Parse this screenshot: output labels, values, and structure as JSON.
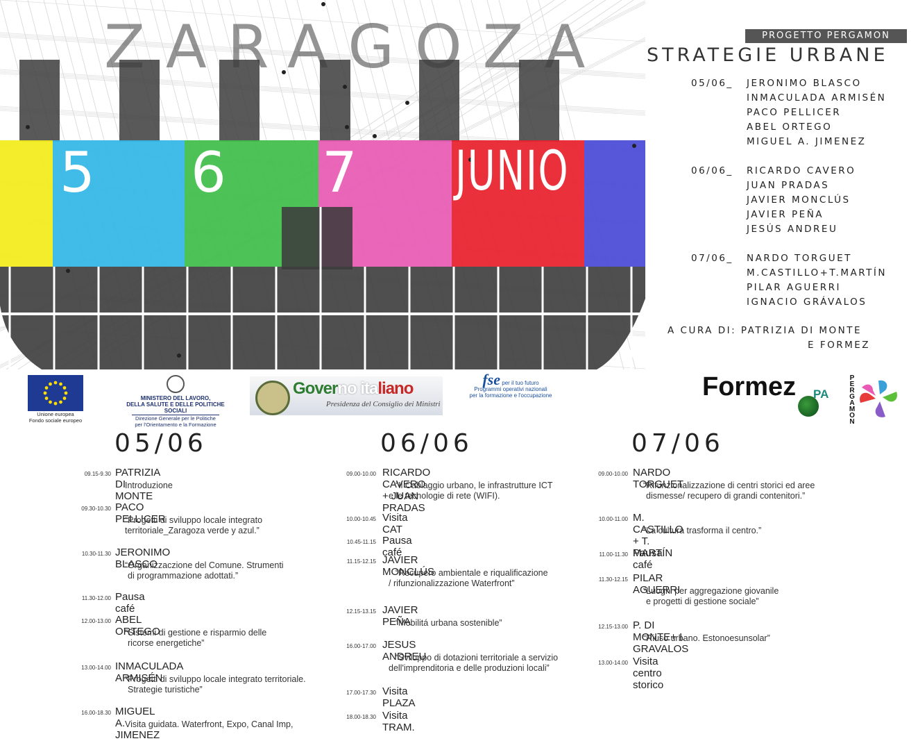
{
  "graphic": {
    "title": "ZARAGOZA",
    "days": [
      "5",
      "6",
      "7"
    ],
    "month": "JUNIO",
    "colors": {
      "yellow": "#f2ec1c",
      "cyan": "#33b7e6",
      "green": "#3fbe4a",
      "magenta": "#e85ab4",
      "red": "#e8202c",
      "blue": "#4a4ad6",
      "dark": "#3c3c3c"
    }
  },
  "header": {
    "project": "PROGETTO PERGAMON",
    "subtitle": "STRATEGIE URBANE"
  },
  "speakers": [
    {
      "date": "05/06_",
      "names": [
        "JERONIMO BLASCO",
        "INMACULADA ARMISÉN",
        "PACO PELLICER",
        "ABEL ORTEGO",
        "MIGUEL A. JIMENEZ"
      ]
    },
    {
      "date": "06/06_",
      "names": [
        "RICARDO CAVERO",
        "JUAN PRADAS",
        "JAVIER MONCLÚS",
        "JAVIER PEÑA",
        "JESÚS ANDREU"
      ]
    },
    {
      "date": "07/06_",
      "names": [
        "NARDO TORGUET",
        "M.CASTILLO+T.MARTÍN",
        "PILAR AGUERRI",
        "IGNACIO GRÁVALOS"
      ]
    }
  ],
  "curators": {
    "line1": "A CURA DI: PATRIZIA DI MONTE",
    "line2": "E FORMEZ"
  },
  "logos": {
    "eu_caption_1": "Unione europea",
    "eu_caption_2": "Fondo sociale europeo",
    "ministry_1": "MINISTERO DEL LAVORO,",
    "ministry_2": "DELLA SALUTE E DELLE POLITICHE SOCIALI",
    "ministry_3": "Direzione Generale per le Politiche",
    "ministry_4": "per l'Orientamento e la Formazione",
    "gov_a": "Gover",
    "gov_b": "no ita",
    "gov_c": "liano",
    "gov_sub": "Presidenza del Consiglio dei Ministri",
    "fse_mark": "fse",
    "fse_tag": "per il tuo futuro",
    "fse_line1": "Programmi operativi nazionali",
    "fse_line2": "per la formazione e l'occupazione",
    "formez": "Formez",
    "formez_pa": "PA",
    "pergamon_vertical": "PERGAMON"
  },
  "schedule": [
    {
      "date": "05/06",
      "items": [
        {
          "time": "09.15-9.30",
          "title": "PATRIZIA DI MONTE",
          "desc": [
            "Introduzione"
          ]
        },
        {
          "time": "09.30-10.30",
          "title": "PACO PELLICER",
          "desc": [
            "“Progetti di sviluppo locale integrato",
            "territoriale_Zaragoza verde y azul.”"
          ]
        },
        {
          "time": "10.30-11.30",
          "title": "JERONIMO BLASCO",
          "desc": [
            "“Organizzaczione del Comune. Strumenti",
            "di programmazione adottati.”"
          ]
        },
        {
          "time": "11.30-12.00",
          "title": "Pausa café",
          "desc": []
        },
        {
          "time": "12.00-13.00",
          "title": "ABEL ORTEGO",
          "desc": [
            "“Sistemi di gestione e risparmio delle",
            "ricorse energetiche”"
          ]
        },
        {
          "time": "13.00-14.00",
          "title": "INMACULADA ARMISÉN",
          "desc": [
            "“Progetti di sviluppo locale integrato territoriale.",
            "Strategie turistiche”"
          ]
        },
        {
          "time": "16.00-18.30",
          "title": "MIGUEL A. JIMENEZ",
          "desc": [
            "Visita guidata. Waterfront, Expo, Canal Imp,"
          ]
        }
      ]
    },
    {
      "date": "06/06",
      "items": [
        {
          "time": "09.00-10.00",
          "title": "RICARDO CAVERO + JUAN PRADAS",
          "desc": [
            "“Il Cablaggio urbano, le infrastrutture ICT",
            "e le tecnologie di rete (WIFI)."
          ]
        },
        {
          "time": "10.00-10.45",
          "title": "Visita CAT",
          "desc": []
        },
        {
          "time": "10.45-11.15",
          "title": "Pausa café",
          "desc": []
        },
        {
          "time": "11.15-12.15",
          "title": "JAVIER MONCLÚS",
          "desc": [
            "“Recupero ambientale e riqualificazione",
            "/ rifunzionalizzazione Waterfront”"
          ]
        },
        {
          "time": "12.15-13.15",
          "title": "JAVIER PEÑA",
          "desc": [
            "“Mobilitá urbana sostenible”"
          ]
        },
        {
          "time": "16.00-17.00",
          "title": "JESUS ANDREU",
          "desc": [
            "“Sviluppo di dotazioni territoriale a servizio",
            "dell'imprenditoria e delle produzioni locali”"
          ]
        },
        {
          "time": "17.00-17.30",
          "title": "Visita PLAZA",
          "desc": []
        },
        {
          "time": "18.00-18.30",
          "title": "Visita TRAM.",
          "desc": []
        }
      ]
    },
    {
      "date": "07/06",
      "items": [
        {
          "time": "09.00-10.00",
          "title": "NARDO TORGUET",
          "desc": [
            "“Rifunzionalizzazione di centri storici ed aree",
            "dismesse/ recupero di grandi contenitori.”"
          ]
        },
        {
          "time": "10.00-11.00",
          "title": "M. CASTILLO + T. MARTÍN",
          "desc": [
            "“La cultura trasforma il centro.”"
          ]
        },
        {
          "time": "11.00-11.30",
          "title": "Pausa café",
          "desc": []
        },
        {
          "time": "11.30-12.15",
          "title": "PILAR AGUERRI",
          "desc": [
            "“Luoghi per aggregazione giovanile",
            "e progetti di gestione sociale”"
          ]
        },
        {
          "time": "12.15-13.00",
          "title": "P. DI MONTE+ I. GRAVALOS",
          "desc": [
            "“Riuso urbano. Estonoesunsolar”"
          ]
        },
        {
          "time": "13.00-14.00",
          "title": "Visita centro storico",
          "desc": []
        }
      ]
    }
  ]
}
